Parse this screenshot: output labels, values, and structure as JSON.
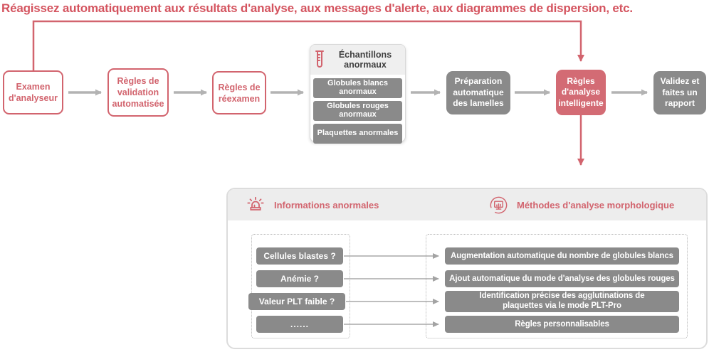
{
  "title": "Réagissez automatiquement aux résultats d'analyse, aux messages d'alerte, aux diagrammes de dispersion, etc.",
  "colors": {
    "accent_red": "#d2646e",
    "box_red_fill": "#d36b74",
    "gray_fill": "#8a8a8a",
    "arrow_gray": "#b3b3b3",
    "panel_header_bg": "#ededed"
  },
  "flow": {
    "boxes": [
      {
        "label": "Examen d'analyseur",
        "style": "outline"
      },
      {
        "label": "Règles de validation automatisée",
        "style": "outline"
      },
      {
        "label": "Règles de réexamen",
        "style": "outline"
      },
      {
        "label": "Préparation automatique des lamelles",
        "style": "gray"
      },
      {
        "label": "Règles d'analyse intelligente",
        "style": "red"
      },
      {
        "label": "Validez et faites un rapport",
        "style": "gray"
      }
    ],
    "samples": {
      "icon": "test-tube-icon",
      "title": "Échantillons anormaux",
      "items": [
        "Globules blancs anormaux",
        "Globules rouges anormaux",
        "Plaquettes anormales"
      ]
    }
  },
  "panel": {
    "left_header": {
      "icon": "alarm-icon",
      "label": "Informations anormales"
    },
    "right_header": {
      "icon": "monitor-chart-icon",
      "label": "Méthodes d'analyse morphologique"
    },
    "left_items": [
      "Cellules blastes ?",
      "Anémie ?",
      "Valeur PLT faible ?",
      "......"
    ],
    "right_items": [
      "Augmentation automatique du nombre de globules blancs",
      "Ajout automatique du mode d'analyse des globules rouges",
      "Identification précise des agglutinations de plaquettes via le mode PLT-Pro",
      "Règles personnalisables"
    ]
  }
}
